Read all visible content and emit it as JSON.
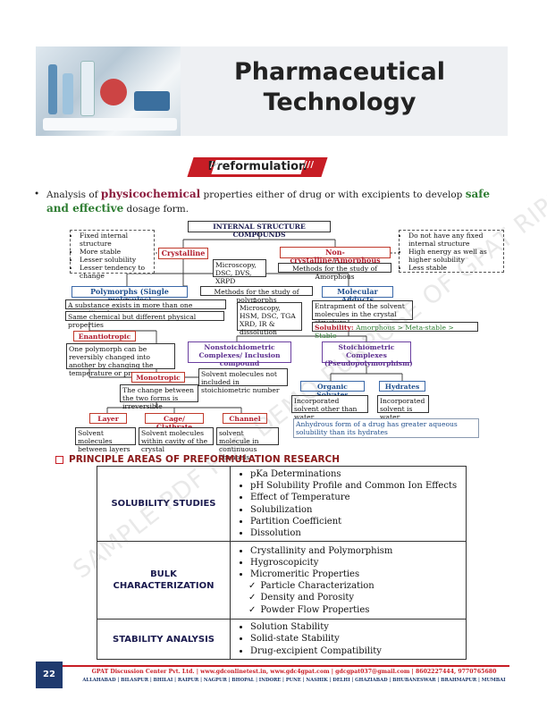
{
  "header": {
    "title_line1": "Pharmaceutical",
    "title_line2": "Technology"
  },
  "section": {
    "title": "Preformulation",
    "mark": "///"
  },
  "intro": {
    "bullet": "•",
    "pre": "Analysis of ",
    "highlight1": "physicochemical",
    "mid": " properties either of drug or with excipients to develop ",
    "highlight2": "safe and effective",
    "post": " dosage form."
  },
  "diagram": {
    "root": "INTERNAL STRUCTURE COMPOUNDS",
    "crystalline": "Crystalline",
    "crystalline_props": [
      "Fixed internal structure",
      "More stable",
      "Lesser solubility",
      "Lesser tendency to change"
    ],
    "amorphous": "Non-crystalline/Amorphous",
    "amorphous_props": [
      "Do not have any fixed internal structure",
      "High energy as well as higher solubility",
      "Less stable"
    ],
    "methods_box": "Microscopy, DSC, DVS, XRPD",
    "methods_amorphous": "Methods for the study of Amorphous",
    "polymorphs": "Polymorphs (Single molecules)",
    "methods_polymorphs": "Methods for the study of polymorphs",
    "molecular_adducts": "Molecular Adducts",
    "poly_def1": "A substance exists in more than one crystalline forms",
    "poly_def2": "Same chemical but different physical properties",
    "poly_methods": "Microscopy, HSM, DSC, TGA XRD, IR & dissolution",
    "adduct_def": "Entrapment of the solvent molecules in the crystal structure",
    "solubility_label": "Solubility:",
    "solubility_value": "Amorphous > Meta-stable > Stable",
    "enantiotropic": "Enantiotropic",
    "enantiotropic_def": "One polymorph can be reversibly changed into another by changing the temperature or pressure",
    "monotropic": "Monotropic",
    "monotropic_def": "The change between the two forms is irreversible",
    "nonstoich": "Nonstoichiometric Complexes/ Inclusion compound",
    "nonstoich_def": "Solvent molecules not included in stoichiometric number",
    "stoich": "Stoichiometric Complexes (Pseudopolymorphism)",
    "organic_solvates": "Organic Solvates",
    "organic_def": "Incorporated solvent other than water",
    "hydrates": "Hydrates",
    "hydrates_def": "Incorporated solvent is water",
    "layer": "Layer",
    "layer_def": "Solvent molecules between layers",
    "cage": "Cage/ Clathrate",
    "cage_def": "Solvent molecules within cavity of the crystal",
    "channel": "Channel",
    "channel_def": "solvent molecule in continuous channels",
    "anhydrous_note": "Anhydrous form of a drug has greater aqueous solubility than its hydrates"
  },
  "principle": {
    "heading": "PRINCIPLE AREAS OF PREFORMULATION RESEARCH",
    "rows": [
      {
        "label": "SOLUBILITY STUDIES",
        "items": [
          "pKa Determinations",
          "pH Solubility Profile and Common Ion Effects",
          "Effect of Temperature",
          "Solubilization",
          "Partition Coefficient",
          "Dissolution"
        ],
        "subitems": []
      },
      {
        "label": "BULK CHARACTERIZATION",
        "items": [
          "Crystallinity and Polymorphism",
          "Hygroscopicity",
          "Micromeritic Properties"
        ],
        "subitems": [
          "Particle Characterization",
          "Density and Porosity",
          "Powder Flow Properties"
        ]
      },
      {
        "label": "STABILITY ANALYSIS",
        "items": [
          "Solution Stability",
          "Solid-state Stability",
          "Drug-excipient Compatibility"
        ],
        "subitems": []
      }
    ]
  },
  "footer": {
    "page": "22",
    "line1": "GPAT Discussion Center Pvt. Ltd. | www.gdconlinetest.in, www.gdc4gpat.com | gdcgpat037@gmail.com | 8602227444, 9770765680",
    "line2": "ALLAHABAD | BILASPUR | BHILAI | RAIPUR | NAGPUR | BHOPAL | INDORE | PUNE | NASHIK | DELHI | GHAZIABAD | BHUBANESWAR | BRAHMAPUR | MUMBAI"
  },
  "watermark": "SAMPLE PDF FOR DEMO PURPOSE OF GPAT RIPS GDC",
  "colors": {
    "accent": "#c71d25",
    "navy": "#1f3a6e",
    "green": "#2e7d32"
  }
}
